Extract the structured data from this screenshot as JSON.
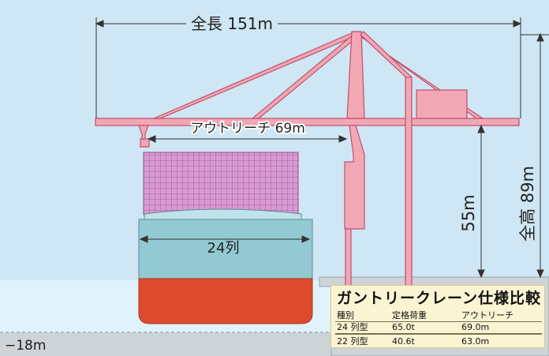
{
  "dimensions": {
    "overall_length": "全長 151m",
    "outreach": "アウトリーチ 69m",
    "overall_height": "全高 89m",
    "lift_height": "55m",
    "vessel_width": "24列",
    "water_depth": "−18m"
  },
  "spec_table": {
    "title": "ガントリークレーン仕様比較",
    "header": [
      "種別",
      "定格荷重",
      "アウトリーチ"
    ],
    "rows": [
      [
        "24 列型",
        "65.0t",
        "69.0m"
      ],
      [
        "22 列型",
        "40.6t",
        "63.0m"
      ]
    ]
  },
  "colors": {
    "background": "#cfe6f4",
    "crane": "#f2a7b5",
    "containers": "#d99ad3",
    "hull_upper": "#93c9d2",
    "hull_lower": "#dd4b2c",
    "quay": "#cdd3d6"
  }
}
